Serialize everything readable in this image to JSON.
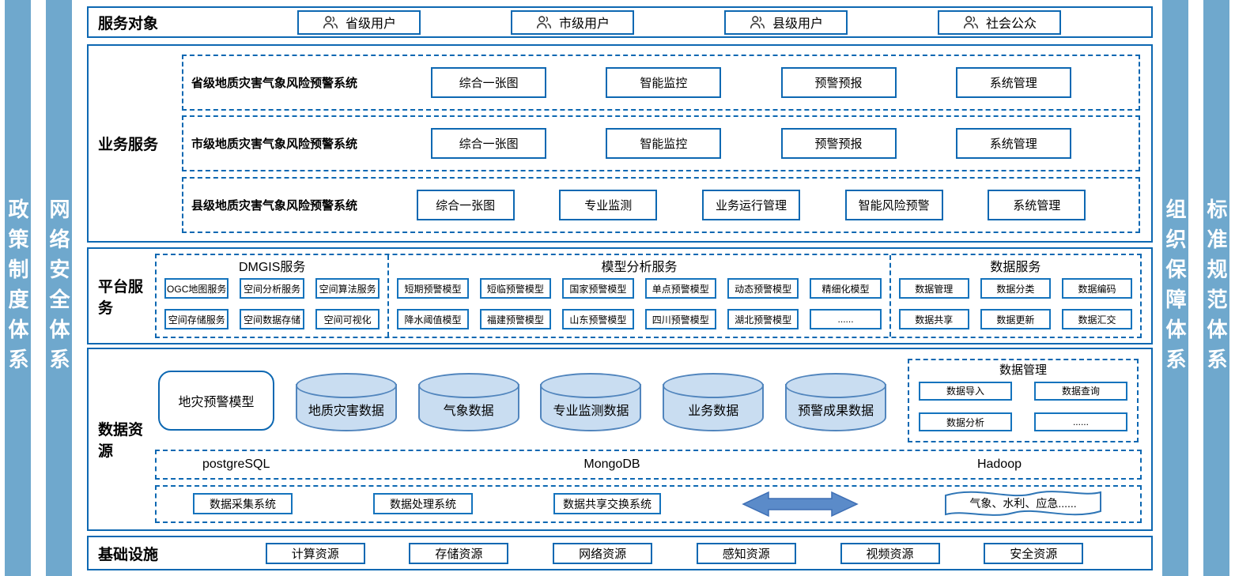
{
  "diagram": {
    "pillars": {
      "left": [
        "政策制度体系",
        "网络安全体系"
      ],
      "right": [
        "组织保障体系",
        "标准规范体系"
      ]
    },
    "service_targets": {
      "title": "服务对象",
      "items": [
        "省级用户",
        "市级用户",
        "县级用户",
        "社会公众"
      ]
    },
    "business_services": {
      "title": "业务服务",
      "systems": [
        {
          "name": "省级地质灾害气象风险预警系统",
          "modules": [
            "综合一张图",
            "智能监控",
            "预警预报",
            "系统管理"
          ]
        },
        {
          "name": "市级地质灾害气象风险预警系统",
          "modules": [
            "综合一张图",
            "智能监控",
            "预警预报",
            "系统管理"
          ]
        },
        {
          "name": "县级地质灾害气象风险预警系统",
          "modules": [
            "综合一张图",
            "专业监测",
            "业务运行管理",
            "智能风险预警",
            "系统管理"
          ]
        }
      ]
    },
    "platform_services": {
      "title": "平台服务",
      "groups": [
        {
          "name": "DMGIS服务",
          "items": [
            "OGC地图服务",
            "空间分析服务",
            "空间算法服务",
            "空间存储服务",
            "空间数据存储",
            "空间可视化"
          ]
        },
        {
          "name": "模型分析服务",
          "items": [
            "短期预警模型",
            "短临预警模型",
            "国家预警模型",
            "单点预警模型",
            "动态预警模型",
            "精细化模型",
            "降水阈值模型",
            "福建预警模型",
            "山东预警模型",
            "四川预警模型",
            "湖北预警模型",
            "......"
          ]
        },
        {
          "name": "数据服务",
          "items": [
            "数据管理",
            "数据分类",
            "数据编码",
            "数据共享",
            "数据更新",
            "数据汇交"
          ]
        }
      ]
    },
    "data_resources": {
      "title": "数据资源",
      "model_box": "地灾预警模型",
      "cylinders": [
        "地质灾害数据",
        "气象数据",
        "专业监测数据",
        "业务数据",
        "预警成果数据"
      ],
      "data_management": {
        "title": "数据管理",
        "items": [
          "数据导入",
          "数据查询",
          "数据分析",
          "......"
        ]
      },
      "databases": [
        "postgreSQL",
        "MongoDB",
        "Hadoop"
      ],
      "systems": [
        "数据采集系统",
        "数据处理系统",
        "数据共享交换系统"
      ],
      "external_label": "气象、水利、应急......"
    },
    "infrastructure": {
      "title": "基础设施",
      "items": [
        "计算资源",
        "存储资源",
        "网络资源",
        "感知资源",
        "视频资源",
        "安全资源"
      ]
    },
    "colors": {
      "border_blue": "#0d68b2",
      "pillar_blue": "#6fa8cd",
      "cylinder_fill": "#c9ddf1",
      "cylinder_border": "#5185bd",
      "arrow_blue": "#5b8bc9"
    }
  }
}
